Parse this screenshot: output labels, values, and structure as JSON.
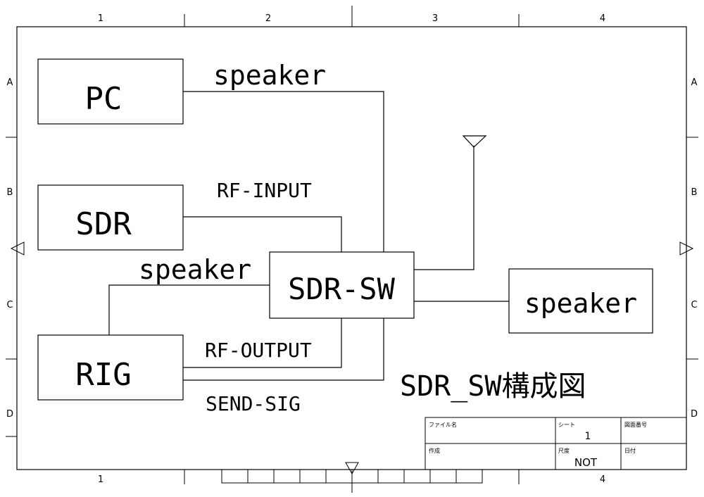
{
  "ruler": {
    "top": [
      "1",
      "2",
      "3",
      "4"
    ],
    "bottom": [
      "1",
      "4"
    ],
    "left": [
      "A",
      "B",
      "C",
      "D"
    ],
    "right": [
      "A",
      "B",
      "C",
      "D"
    ]
  },
  "blocks": {
    "pc": "PC",
    "sdr": "SDR",
    "rig": "RIG",
    "sdr_sw": "SDR-SW",
    "speaker": "speaker"
  },
  "signals": {
    "pc_speaker": "speaker",
    "rf_input": "RF-INPUT",
    "rig_speaker": "speaker",
    "rf_output": "RF-OUTPUT",
    "send_sig": "SEND-SIG"
  },
  "diagram_title": "SDR_SW構成図",
  "title_block": {
    "file_name_label": "ファイル名",
    "sheet_label": "シート",
    "sheet_value": "1",
    "drawing_no_label": "図面番号",
    "author_label": "作成",
    "scale_label": "尺度",
    "scale_value": "NOT",
    "date_label": "日付"
  }
}
